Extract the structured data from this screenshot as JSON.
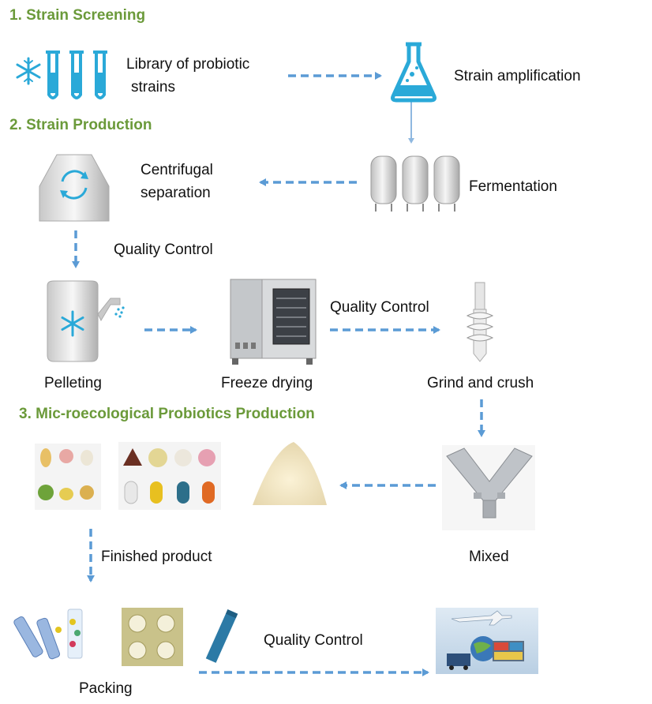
{
  "sections": {
    "screening": "1. Strain Screening",
    "production": "2. Strain Production",
    "microecological": "3. Mic-roecological Probiotics Production"
  },
  "steps": {
    "library_line1": "Library of probiotic",
    "library_line2": "strains",
    "amplification": "Strain amplification",
    "centrifugal_line1": "Centrifugal",
    "centrifugal_line2": "separation",
    "fermentation": "Fermentation",
    "quality_control_1": "Quality Control",
    "pelleting": "Pelleting",
    "freeze_drying": "Freeze drying",
    "quality_control_2": "Quality Control",
    "grind_crush": "Grind and crush",
    "mixed": "Mixed",
    "finished_product": "Finished product",
    "packing": "Packing",
    "quality_control_3": "Quality Control"
  },
  "colors": {
    "heading_green": "#6b9a3a",
    "arrow_blue": "#5b9bd5",
    "icon_blue": "#2aa9d8"
  }
}
